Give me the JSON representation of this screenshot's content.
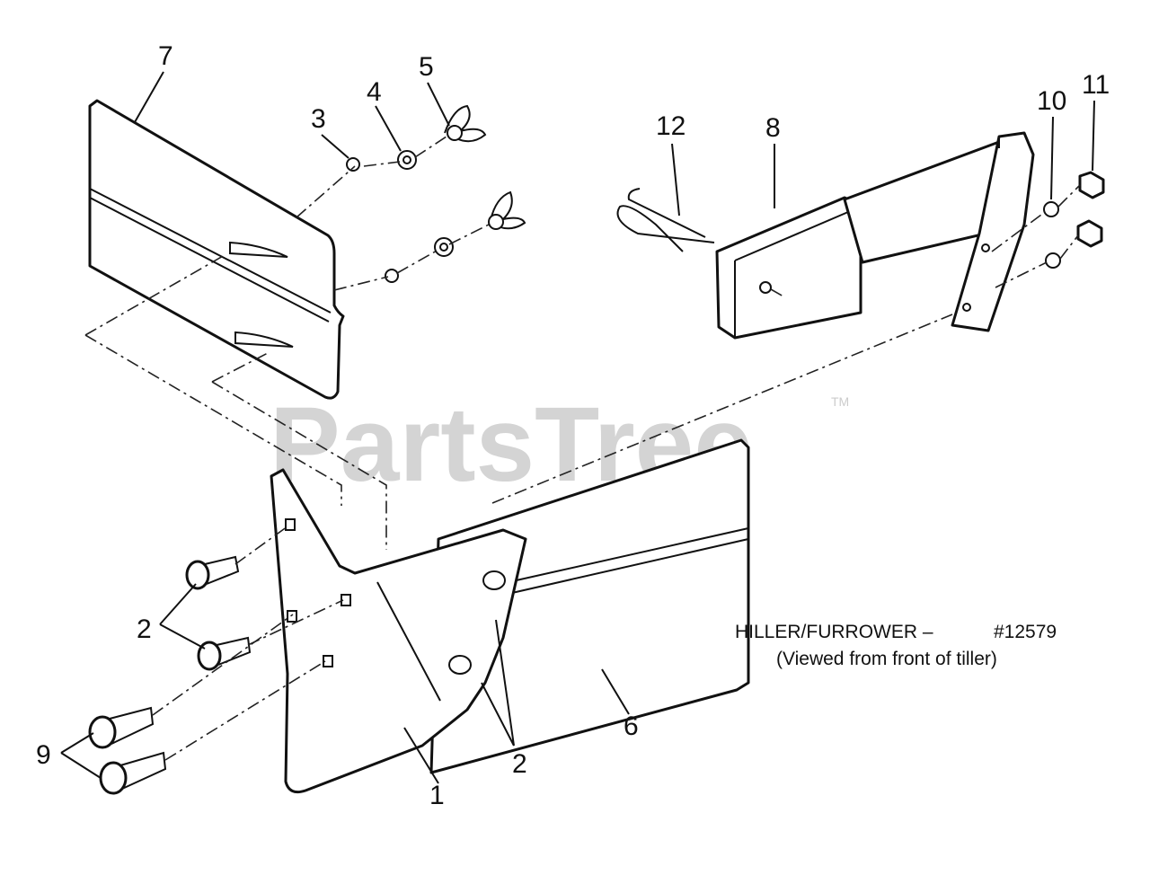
{
  "watermark": {
    "brand": "PartsTree",
    "trademark": "TM"
  },
  "caption": {
    "title": "HILLER/FURROWER –",
    "part_number": "#12579",
    "subtitle": "(Viewed from front of tiller)"
  },
  "callouts": {
    "c1": "1",
    "c2a": "2",
    "c2b": "2",
    "c3": "3",
    "c4": "4",
    "c5": "5",
    "c6": "6",
    "c7": "7",
    "c8": "8",
    "c9": "9",
    "c10": "10",
    "c11": "11",
    "c12": "12"
  }
}
